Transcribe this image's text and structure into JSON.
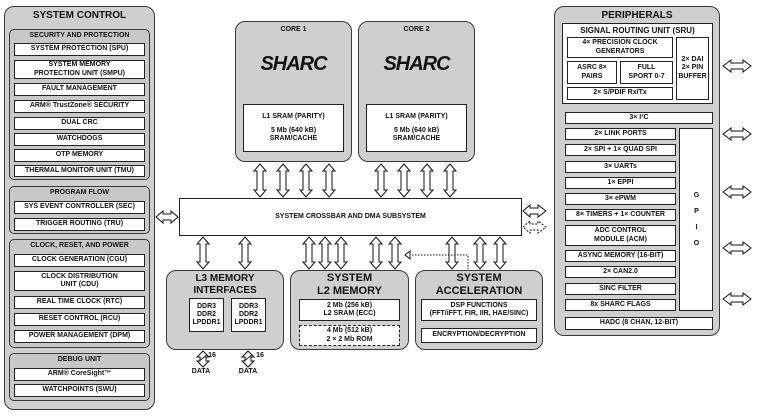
{
  "system_control": {
    "title": "SYSTEM CONTROL",
    "security": {
      "header": "SECURITY AND PROTECTION",
      "items": [
        "SYSTEM PROTECTION (SPU)",
        "SYSTEM MEMORY PROTECTION UNIT (SMPU)",
        "FAULT MANAGEMENT",
        "ARM® TrustZone® SECURITY",
        "DUAL CRC",
        "WATCHDOGS",
        "OTP MEMORY",
        "THERMAL MONITOR UNIT (TMU)"
      ]
    },
    "program_flow": {
      "header": "PROGRAM FLOW",
      "items": [
        "SYS EVENT CONTROLLER (SEC)",
        "TRIGGER ROUTING (TRU)"
      ]
    },
    "clock": {
      "header": "CLOCK, RESET, AND POWER",
      "items": [
        "CLOCK GENERATION (CGU)",
        "CLOCK DISTRIBUTION UNIT (CDU)",
        "REAL TIME CLOCK (RTC)",
        "RESET CONTROL (RCU)",
        "POWER MANAGEMENT (DPM)"
      ]
    },
    "debug": {
      "header": "DEBUG UNIT",
      "items": [
        "ARM® CoreSight™",
        "WATCHPOINTS (SWU)"
      ]
    }
  },
  "cores": [
    {
      "title": "CORE 1",
      "logo": "SHARC",
      "sram": "L1 SRAM (PARITY)",
      "size": "5 Mb (640 kB)",
      "cache": "SRAM/CACHE"
    },
    {
      "title": "CORE 2",
      "logo": "SHARC",
      "sram": "L1 SRAM (PARITY)",
      "size": "5 Mb (640 kB)",
      "cache": "SRAM/CACHE"
    }
  ],
  "crossbar": {
    "label": "SYSTEM CROSSBAR AND DMA SUBSYSTEM"
  },
  "l3": {
    "title1": "L3 MEMORY",
    "title2": "INTERFACES",
    "ddr": [
      "DDR3",
      "DDR2",
      "LPDDR1"
    ],
    "bus_width": "16",
    "data_label": "DATA"
  },
  "l2": {
    "title1": "SYSTEM",
    "title2": "L2 MEMORY",
    "sram": "2 Mb (256 kB)",
    "sram_ecc": "L2 SRAM (ECC)",
    "rom_size": "4 Mb (512 kB)",
    "rom": "2 × 2 Mb ROM"
  },
  "accel": {
    "title1": "SYSTEM",
    "title2": "ACCELERATION",
    "dsp1": "DSP FUNCTIONS",
    "dsp2": "(FFT/iFFT, FIR, IIR, HAE/SINC)",
    "encryption": "ENCRYPTION/DECRYPTION"
  },
  "peripherals": {
    "title": "PERIPHERALS",
    "sru": {
      "title": "SIGNAL ROUTING UNIT (SRU)",
      "clock_gen": "4× PRECISION CLOCK GENERATORS",
      "asrc": "ASRC 8× PAIRS",
      "sport": "FULL SPORT 0-7",
      "spdif": "2× S/PDIF Rx/Tx",
      "dai": "2× DAI 2× PIN BUFFER"
    },
    "i2c": "3× I²C",
    "items": [
      "2× LINK PORTS",
      "2× SPI + 1× QUAD SPI",
      "3× UARTs",
      "1× EPPI",
      "3× ePWM",
      "8× TIMERS + 1× COUNTER",
      "ADC CONTROL MODULE (ACM)",
      "ASYNC MEMORY (16-BIT)",
      "2× CAN2.0",
      "SINC FILTER",
      "8x SHARC FLAGS"
    ],
    "gpio": "G P I O",
    "hadc": "HADC (8 CHAN, 12-BIT)"
  }
}
